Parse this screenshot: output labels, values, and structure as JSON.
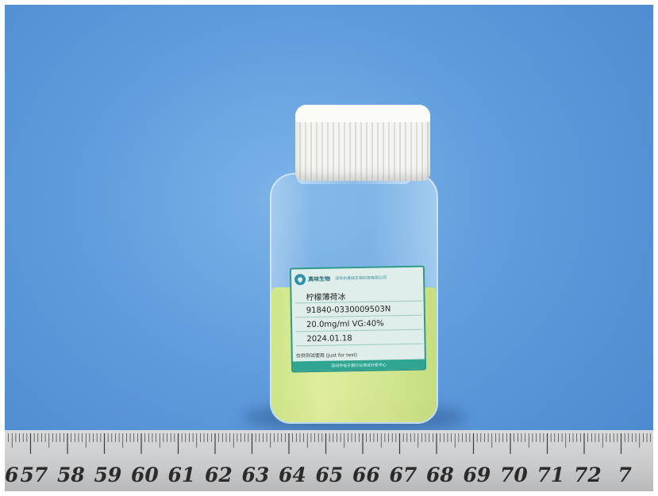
{
  "bottle_label": {
    "brand": "真味生物",
    "company": "深圳市真味生物科技有限公司",
    "name": "柠檬薄荷冰",
    "code": "91840-0330009503N",
    "concentration": "20.0mg/ml  VG:40%",
    "date": "2024.01.18",
    "note": "仅供测试使用 (Just for test)",
    "footer": "深圳市电子烟行业测试分析中心"
  },
  "ruler": {
    "numbers": [
      "6",
      "57",
      "58",
      "59",
      "60",
      "61",
      "62",
      "63",
      "64",
      "65",
      "66",
      "67",
      "68",
      "69",
      "70",
      "71",
      "72",
      "7"
    ]
  },
  "colors": {
    "background_blue": "#5e9bdc",
    "cap_white": "#f4f4f0",
    "liquid_yellow": "#e6f28c",
    "label_teal": "#2f9a88"
  }
}
